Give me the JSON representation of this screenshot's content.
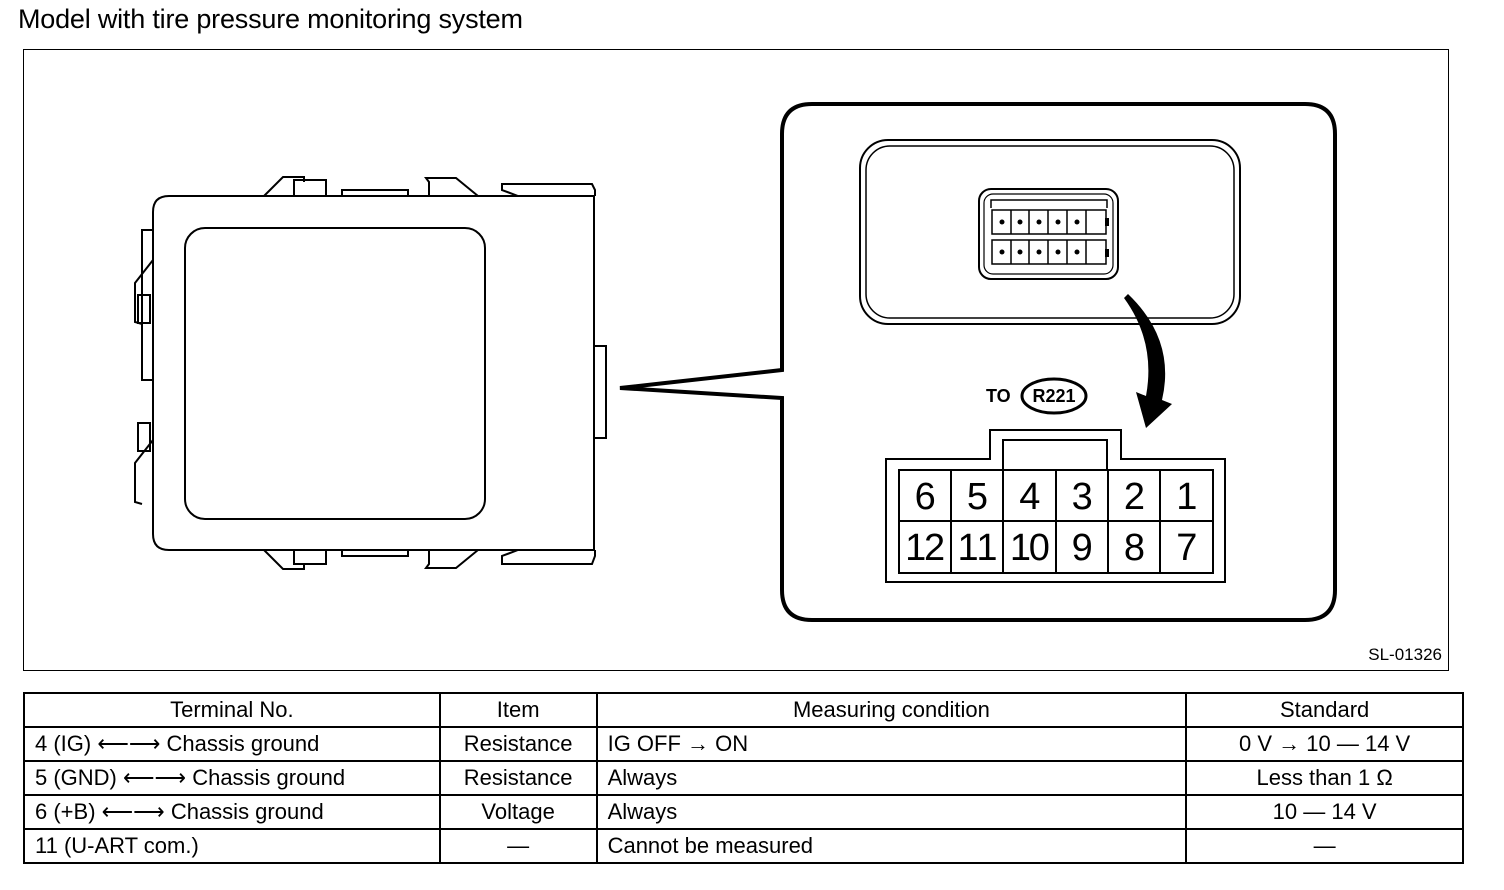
{
  "title": "Model with tire pressure monitoring system",
  "figure": {
    "code": "SL-01326",
    "connector_ref_prefix": "TO",
    "connector_ref": "R221",
    "pin_rows": [
      [
        "6",
        "5",
        "4",
        "3",
        "2",
        "1"
      ],
      [
        "12",
        "11",
        "10",
        "9",
        "8",
        "7"
      ]
    ]
  },
  "table": {
    "headers": [
      "Terminal No.",
      "Item",
      "Measuring condition",
      "Standard"
    ],
    "rows": [
      {
        "terminal": "4 (IG) ⟵⟶ Chassis ground",
        "item": "Resistance",
        "condition": "IG OFF → ON",
        "standard": "0 V → 10 — 14 V"
      },
      {
        "terminal": "5 (GND) ⟵⟶ Chassis ground",
        "item": "Resistance",
        "condition": "Always",
        "standard": "Less than 1 Ω"
      },
      {
        "terminal": "6 (+B) ⟵⟶ Chassis ground",
        "item": "Voltage",
        "condition": "Always",
        "standard": "10 — 14 V"
      },
      {
        "terminal": "11 (U-ART com.)",
        "item": "—",
        "condition": "Cannot be measured",
        "standard": "—"
      }
    ]
  }
}
